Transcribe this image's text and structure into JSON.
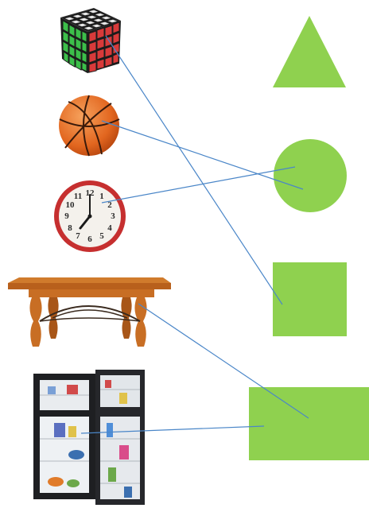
{
  "colors": {
    "shape_green": "#8fd14f",
    "line_blue": "#4a86c8"
  },
  "objects": [
    {
      "name": "rubiks-cube",
      "icon": "cube-icon"
    },
    {
      "name": "basketball",
      "icon": "basketball-icon"
    },
    {
      "name": "wall-clock",
      "icon": "clock-icon"
    },
    {
      "name": "table",
      "icon": "table-icon"
    },
    {
      "name": "refrigerator",
      "icon": "fridge-icon"
    }
  ],
  "shapes": [
    "triangle",
    "circle",
    "square",
    "rectangle"
  ],
  "clock_numbers": [
    "12",
    "1",
    "2",
    "3",
    "4",
    "5",
    "6",
    "7",
    "8",
    "9",
    "10",
    "11"
  ],
  "matches": [
    {
      "object": "rubiks-cube",
      "shape": "square"
    },
    {
      "object": "basketball",
      "shape": "circle"
    },
    {
      "object": "wall-clock",
      "shape": "circle"
    },
    {
      "object": "table",
      "shape": "rectangle"
    },
    {
      "object": "refrigerator",
      "shape": "rectangle"
    }
  ]
}
